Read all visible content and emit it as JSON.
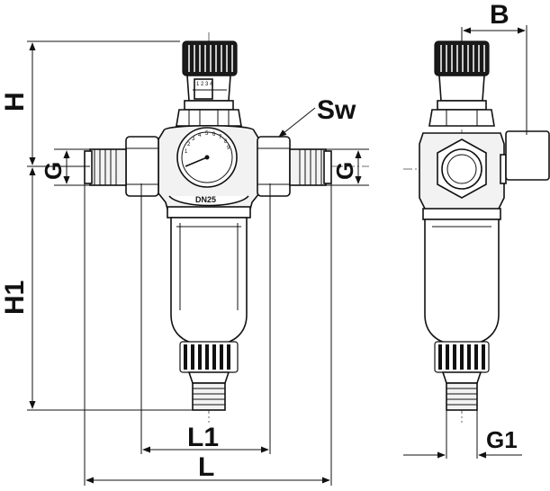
{
  "labels": {
    "B": "B",
    "H": "H",
    "Sw": "Sw",
    "G_left": "G",
    "G_right": "G",
    "H1": "H1",
    "L1": "L1",
    "L": "L",
    "G1": "G1"
  },
  "markings": {
    "dn": "DN25",
    "scale_top": "1 2 3 4",
    "gauge_digits": [
      "1",
      "2",
      "3",
      "4",
      "5",
      "6",
      "7",
      "8",
      "9"
    ]
  },
  "colors": {
    "line": "#111111",
    "background": "#ffffff"
  }
}
